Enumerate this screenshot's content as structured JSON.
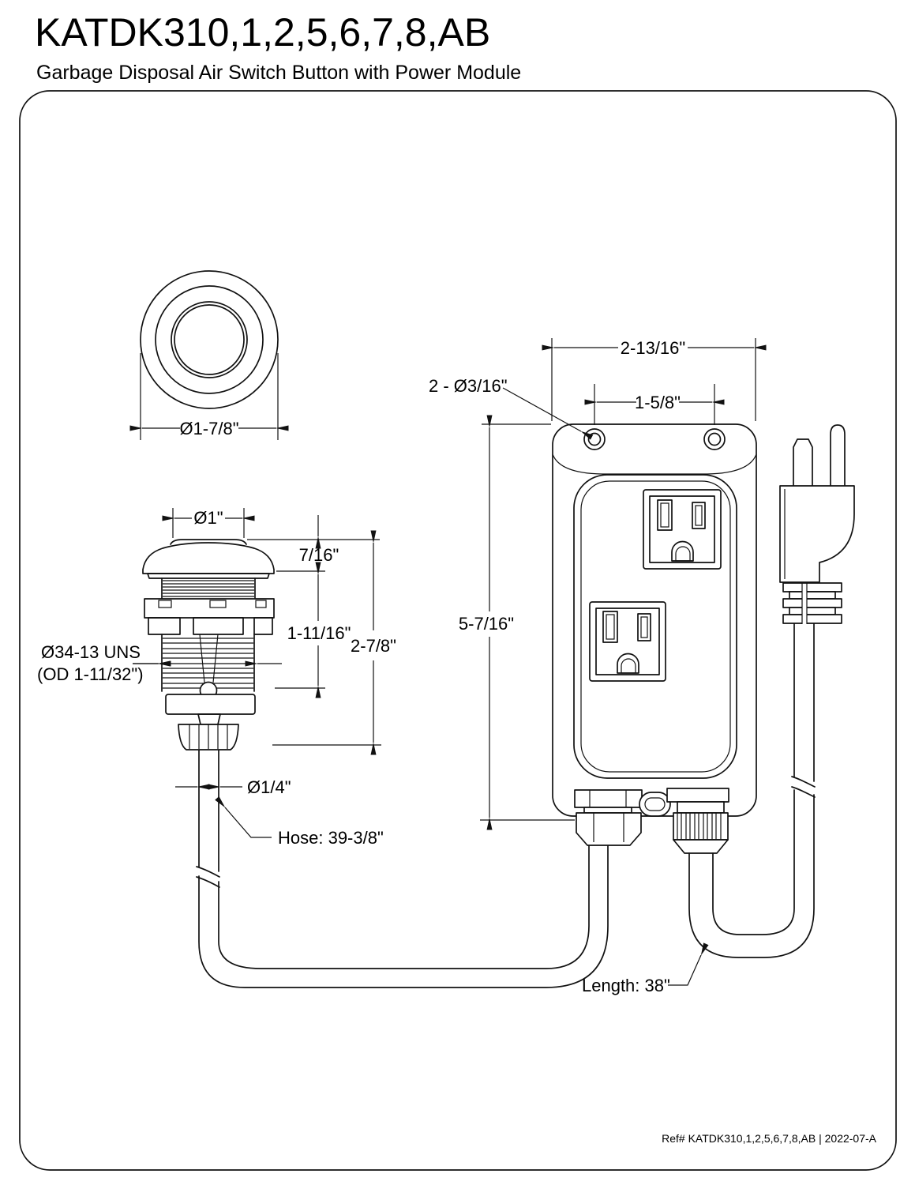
{
  "header": {
    "title": "KATDK310,1,2,5,6,7,8,AB",
    "subtitle": "Garbage Disposal Air Switch Button with Power Module"
  },
  "footer": {
    "ref": "Ref# KATDK310,1,2,5,6,7,8,AB | 2022-07-A"
  },
  "colors": {
    "line": "#111111",
    "background": "#ffffff"
  },
  "labels": {
    "top_view_diameter": "Ø1-7/8\"",
    "button_diameter": "Ø1\"",
    "cap_height": "7/16\"",
    "thread_length": "1-11/16\"",
    "overall_height": "2-7/8\"",
    "thread_spec_1": "Ø34-13 UNS",
    "thread_spec_2": "(OD 1-11/32\")",
    "hose_diameter": "Ø1/4\"",
    "hose_length": "Hose: 39-3/8\"",
    "module_width": "2-13/16\"",
    "mount_holes": "2 - Ø3/16\"",
    "hole_spacing": "1-5/8\"",
    "module_height": "5-7/16\"",
    "cord_length": "Length: 38\""
  }
}
